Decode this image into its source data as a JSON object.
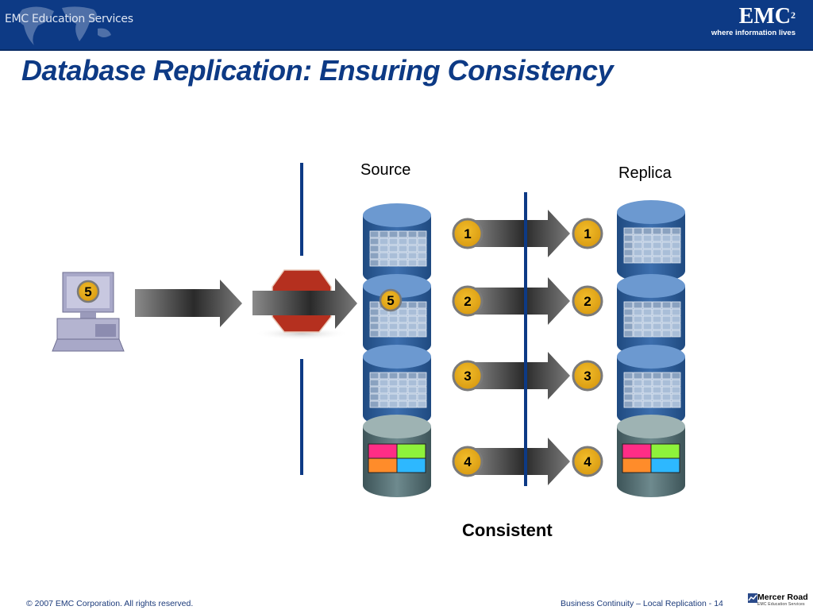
{
  "header": {
    "org_name": "EMC Education Services",
    "logo_text": "EMC",
    "logo_superscript": "2",
    "tagline": "where information lives"
  },
  "slide": {
    "title": "Database Replication: Ensuring Consistency"
  },
  "diagram": {
    "source_label": "Source",
    "replica_label": "Replica",
    "result_label": "Consistent",
    "host_badge": "5",
    "source_pending_badge": "5",
    "replication_steps": [
      {
        "source_badge": "1",
        "replica_badge": "1",
        "volume_type": "data"
      },
      {
        "source_badge": "2",
        "replica_badge": "2",
        "volume_type": "data"
      },
      {
        "source_badge": "3",
        "replica_badge": "3",
        "volume_type": "data"
      },
      {
        "source_badge": "4",
        "replica_badge": "4",
        "volume_type": "log"
      }
    ],
    "colors": {
      "badge_fill": "#e0a81a",
      "badge_border": "#7a7a7a",
      "data_volume": "#3b6aa6",
      "log_volume": "#5c7478",
      "divider": "#0d3a85",
      "stop_sign": "#b5301f",
      "log_cells": [
        "#ff2d86",
        "#8ef23b",
        "#ff8c2a",
        "#2db8ff"
      ]
    }
  },
  "footer": {
    "copyright": "© 2007 EMC Corporation. All rights reserved.",
    "course": "Business Continuity – Local Replication",
    "separator": "-",
    "page_number": "14",
    "partner_name": "Mercer Road",
    "partner_sub": "EMC Education Services"
  }
}
